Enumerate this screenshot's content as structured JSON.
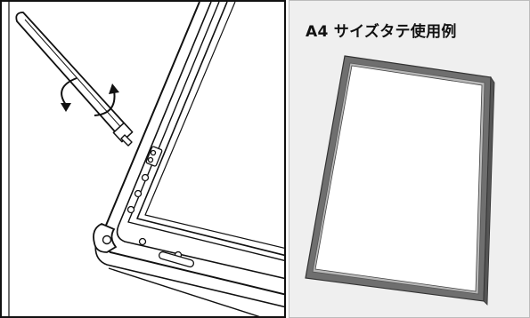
{
  "caption": {
    "text": "A4 サイズタテ使用例"
  },
  "icons": {
    "left": [
      "rotation-arrows-icon",
      "frame-corner-closeup",
      "opening-tool"
    ],
    "right": [
      "a4-portrait-frame",
      "stand-leg"
    ]
  },
  "colors": {
    "frame_line": "#111111",
    "frame_fill": "#ffffff",
    "right_background": "#efefef",
    "frame_body": "#6f6f6f",
    "frame_inner": "#b9b9b9"
  }
}
